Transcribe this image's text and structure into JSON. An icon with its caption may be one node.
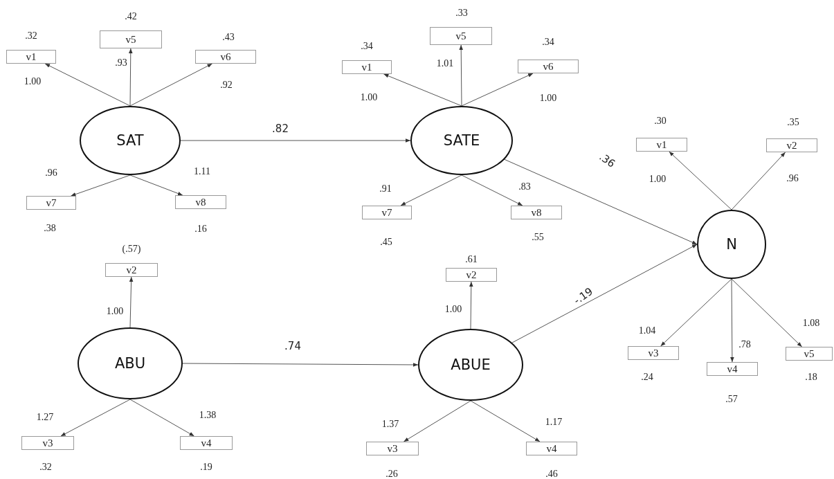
{
  "diagram": {
    "nodes": [
      {
        "text": [
          "SAT"
        ]
      },
      {
        "text": [
          "v1"
        ],
        "beside": [
          ".32"
        ]
      },
      {
        "text": [
          "v5"
        ],
        "beside": [
          ".42"
        ]
      },
      {
        "text": [
          "v6"
        ],
        "beside": [
          ".43"
        ]
      },
      {
        "text": [
          "v7"
        ],
        "beside": [
          ".38"
        ]
      },
      {
        "text": [
          "v8"
        ],
        "beside": [
          ".16"
        ]
      },
      {
        "text": [
          "SATE"
        ]
      },
      {
        "text": [
          "v1"
        ],
        "beside": [
          ".34"
        ]
      },
      {
        "text": [
          "v5"
        ],
        "beside": [
          ".33"
        ]
      },
      {
        "text": [
          "v6"
        ],
        "beside": [
          ".34"
        ]
      },
      {
        "text": [
          "v7"
        ],
        "beside": [
          ".45"
        ]
      },
      {
        "text": [
          "v8"
        ],
        "beside": [
          ".55"
        ]
      },
      {
        "text": [
          "N"
        ]
      },
      {
        "text": [
          "v1"
        ],
        "beside": [
          ".30"
        ]
      },
      {
        "text": [
          "v2"
        ],
        "beside": [
          ".35"
        ]
      },
      {
        "text": [
          "v3"
        ],
        "beside": [
          ".24"
        ]
      },
      {
        "text": [
          "v4"
        ],
        "beside": [
          ".57"
        ]
      },
      {
        "text": [
          "v5"
        ],
        "beside": [
          ".18"
        ]
      },
      {
        "text": [
          "ABU"
        ]
      },
      {
        "text": [
          "v2"
        ],
        "beside": [
          "(.57)"
        ]
      },
      {
        "text": [
          "v3"
        ],
        "beside": [
          ".32"
        ]
      },
      {
        "text": [
          "v4"
        ],
        "beside": [
          ".19"
        ]
      },
      {
        "text": [
          "ABUE"
        ]
      },
      {
        "text": [
          "v2"
        ],
        "beside": [
          ".61"
        ]
      },
      {
        "text": [
          "v3"
        ],
        "beside": [
          ".26"
        ]
      },
      {
        "text": [
          "v4"
        ],
        "beside": [
          ".46"
        ]
      }
    ],
    "edges": [
      {
        "from": 0,
        "to": 1,
        "arrow": "to",
        "label": "1.00"
      },
      {
        "from": 0,
        "to": 2,
        "arrow": "to",
        "label": ".93"
      },
      {
        "from": 0,
        "to": 3,
        "arrow": "to",
        "label": ".92"
      },
      {
        "from": 0,
        "to": 4,
        "arrow": "to",
        "label": ".96"
      },
      {
        "from": 0,
        "to": 5,
        "arrow": "to",
        "label": "1.11"
      },
      {
        "from": 0,
        "to": 6,
        "arrow": "to",
        "label": ".82"
      },
      {
        "from": 6,
        "to": 7,
        "arrow": "to",
        "label": "1.00"
      },
      {
        "from": 6,
        "to": 8,
        "arrow": "to",
        "label": "1.01"
      },
      {
        "from": 6,
        "to": 9,
        "arrow": "to",
        "label": "1.00"
      },
      {
        "from": 6,
        "to": 10,
        "arrow": "to",
        "label": ".91"
      },
      {
        "from": 6,
        "to": 11,
        "arrow": "to",
        "label": ".83"
      },
      {
        "from": 6,
        "to": 12,
        "arrow": "to",
        "label": ".36"
      },
      {
        "from": 12,
        "to": 13,
        "arrow": "to",
        "label": "1.00"
      },
      {
        "from": 12,
        "to": 14,
        "arrow": "to",
        "label": ".96"
      },
      {
        "from": 12,
        "to": 15,
        "arrow": "to",
        "label": "1.04"
      },
      {
        "from": 12,
        "to": 16,
        "arrow": "to",
        "label": ".78"
      },
      {
        "from": 12,
        "to": 17,
        "arrow": "to",
        "label": "1.08"
      },
      {
        "from": 18,
        "to": 19,
        "arrow": "to",
        "label": "1.00"
      },
      {
        "from": 18,
        "to": 20,
        "arrow": "to",
        "label": "1.27"
      },
      {
        "from": 18,
        "to": 21,
        "arrow": "to",
        "label": "1.38"
      },
      {
        "from": 18,
        "to": 22,
        "arrow": "to",
        "label": ".74"
      },
      {
        "from": 22,
        "to": 23,
        "arrow": "to",
        "label": "1.00"
      },
      {
        "from": 22,
        "to": 24,
        "arrow": "to",
        "label": "1.37"
      },
      {
        "from": 22,
        "to": 25,
        "arrow": "to",
        "label": "1.17"
      },
      {
        "from": 22,
        "to": 12,
        "arrow": "to",
        "label": "-.19"
      }
    ]
  }
}
